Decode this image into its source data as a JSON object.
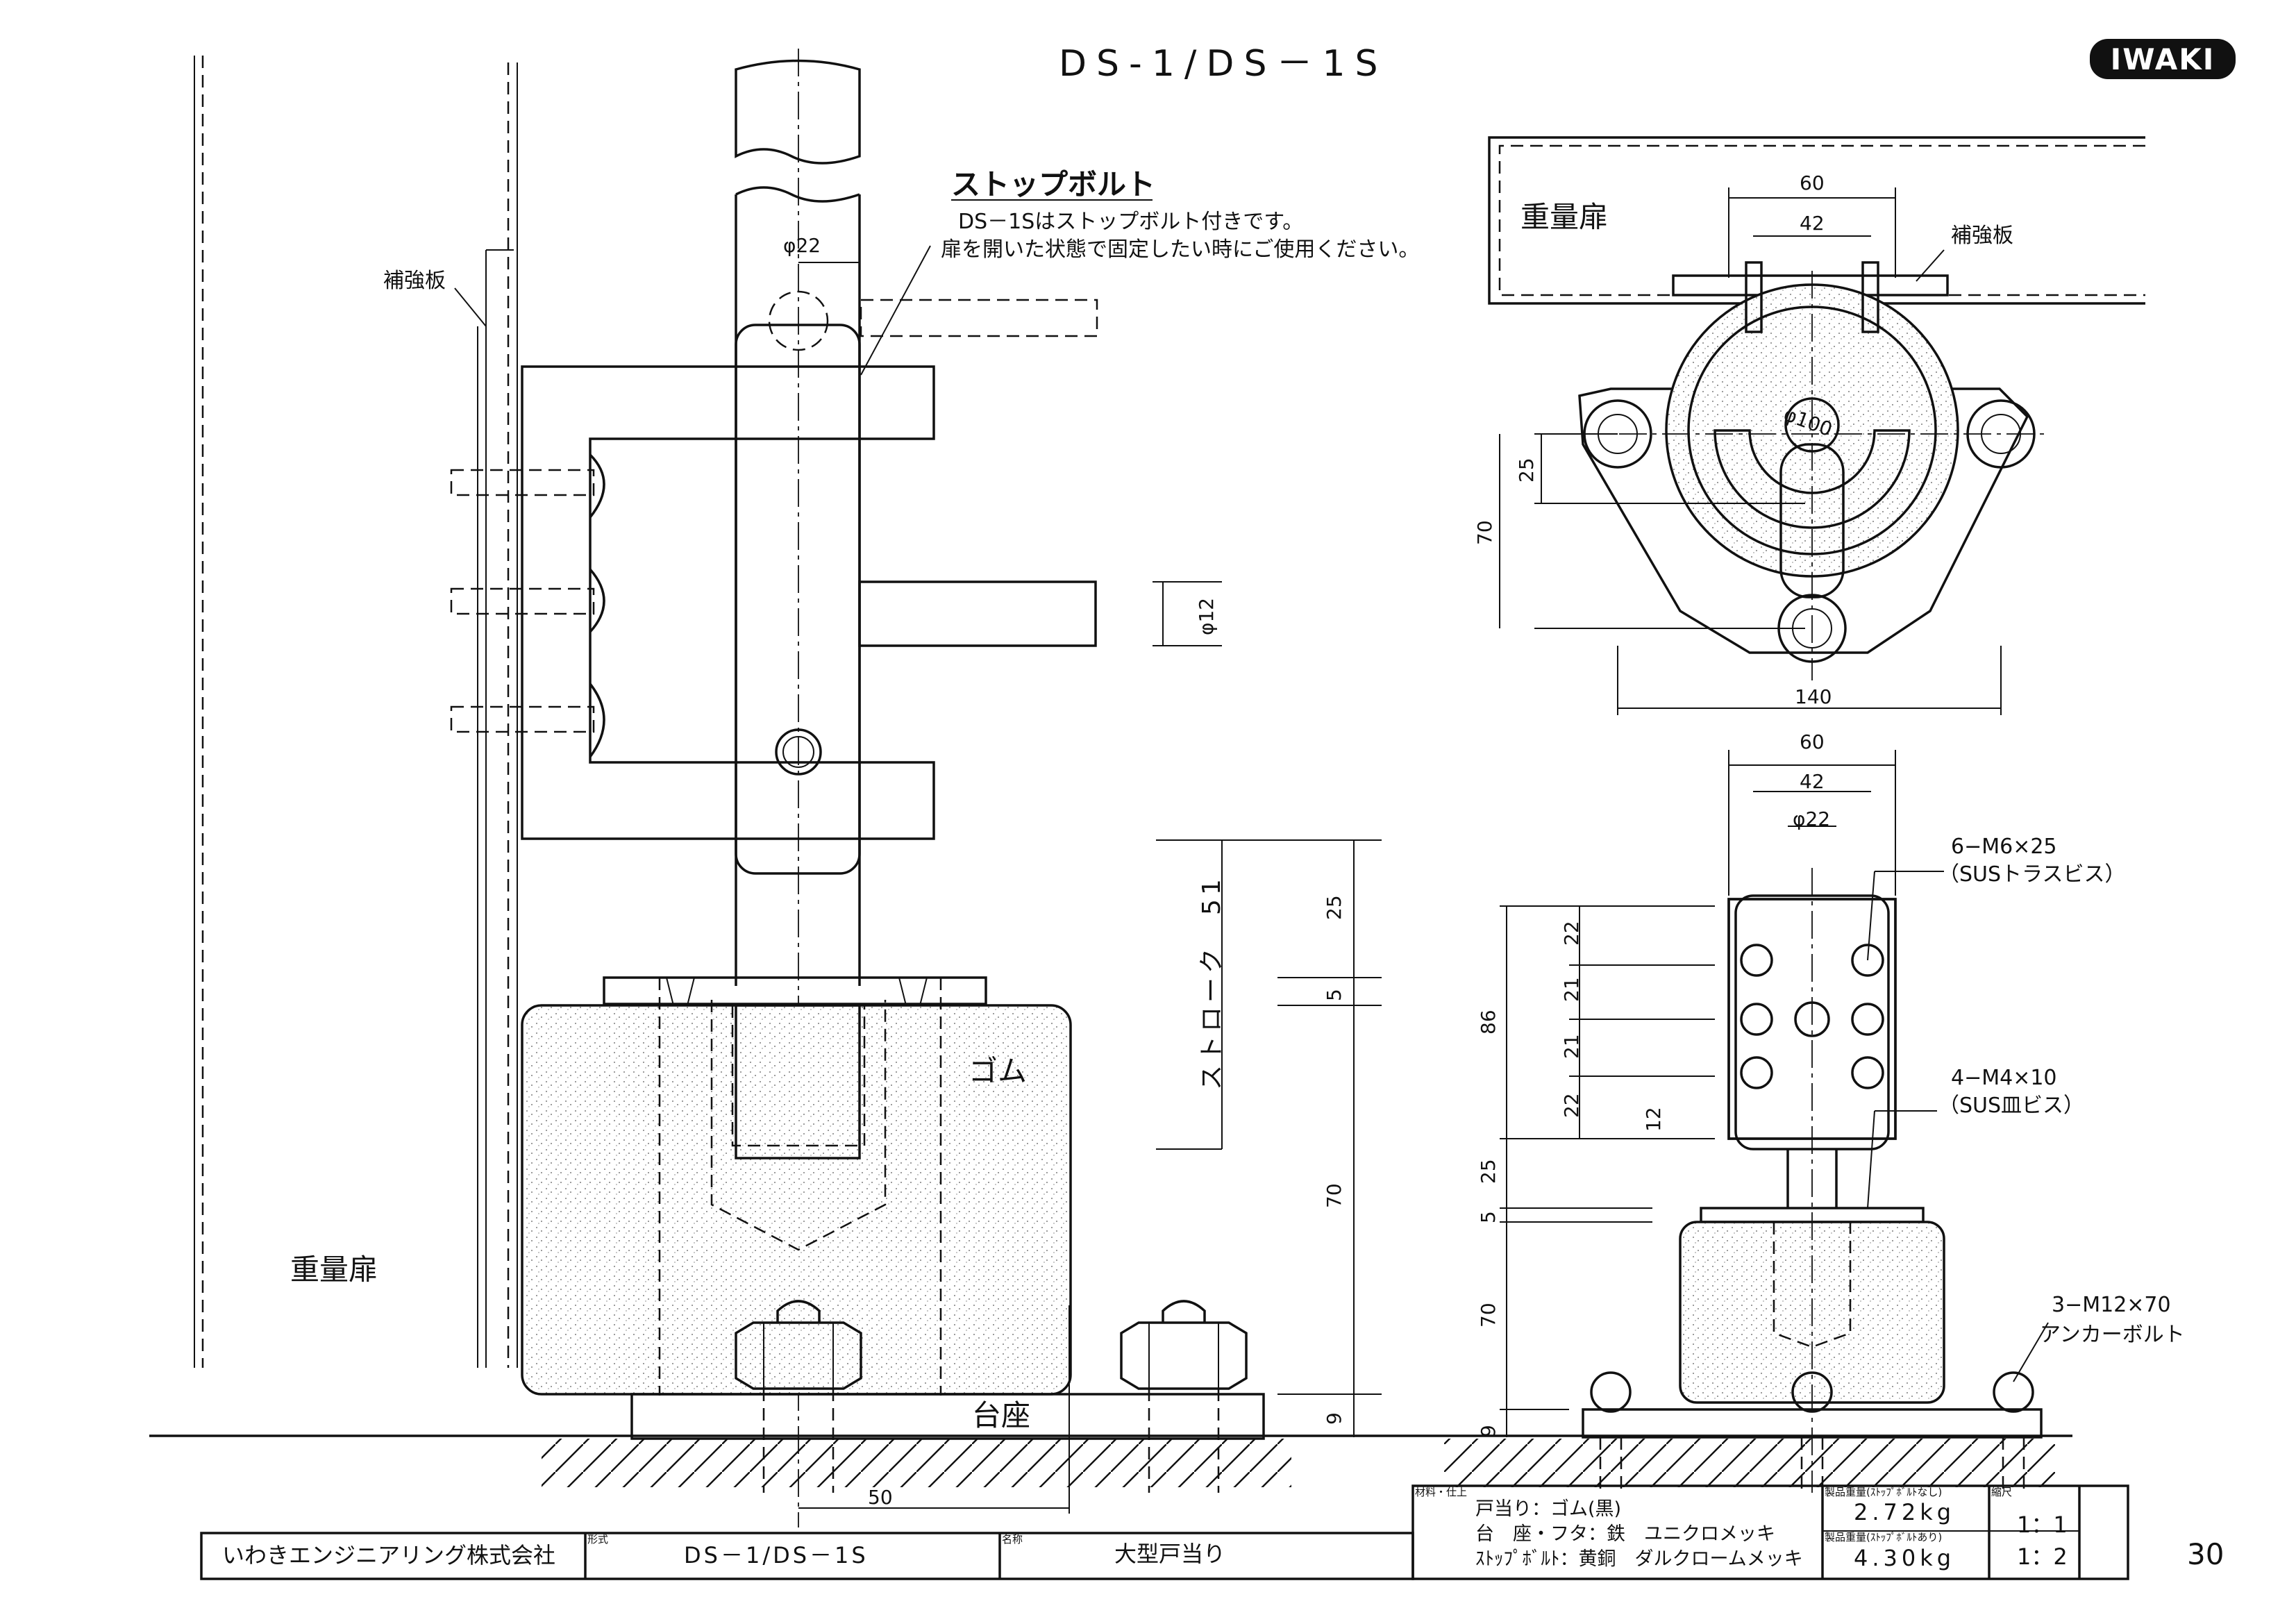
{
  "header": {
    "drawing_title": "DS-1/DS－1S",
    "brand_logo": "IWAKI",
    "page_number": "30"
  },
  "side_view": {
    "stop_bolt_heading": "ストップボルト",
    "stop_bolt_note_1": "DS－1Sはストップボルト付きです。",
    "stop_bolt_note_2": "扉を開いた状態で固定したい時にご使用ください。",
    "reinforcement_plate": "補強板",
    "heavy_door": "重量扉",
    "rubber": "ゴム",
    "base": "台座",
    "stroke_label": "ストローク　51",
    "dim_phi22": "φ22",
    "dim_phi12": "φ12",
    "dim_25": "25",
    "dim_5": "5",
    "dim_70": "70",
    "dim_9": "9",
    "dim_50": "50"
  },
  "top_view": {
    "heavy_door": "重量扉",
    "reinforcement_plate": "補強板",
    "dim_60": "60",
    "dim_42": "42",
    "dim_phi100": "φ100",
    "dim_25": "25",
    "dim_70": "70",
    "dim_140": "140"
  },
  "front_view": {
    "dim_60": "60",
    "dim_42": "42",
    "dim_phi22": "φ22",
    "screw_callout_1": "6−M6×25",
    "screw_callout_1b": "（SUSトラスビス）",
    "screw_callout_2": "4−M4×10",
    "screw_callout_2b": "（SUS皿ビス）",
    "anchor_callout": "3−M12×70",
    "anchor_callout_b": "アンカーボルト",
    "dim_22a": "22",
    "dim_21a": "21",
    "dim_21b": "21",
    "dim_22b": "22",
    "dim_86": "86",
    "dim_12": "12",
    "dim_25": "25",
    "dim_5": "5",
    "dim_70": "70",
    "dim_9": "9"
  },
  "title_block": {
    "company": "いわきエンジニアリング株式会社",
    "model_label": "形式",
    "model": "DS－1/DS－1S",
    "name_label": "名称",
    "name": "大型戸当り",
    "material_label": "材料・仕上",
    "material_1": "戸当り：ゴム(黒)",
    "material_2": "台　座・フタ：鉄　ユニクロメッキ",
    "material_3": "ｽﾄｯﾌﾟﾎﾞﾙﾄ：黄銅　ダルクロームメッキ",
    "weight_label_1": "製品重量(ｽﾄｯﾌﾟﾎﾞﾙﾄなし)",
    "weight_1": "2.72kg",
    "weight_label_2": "製品重量(ｽﾄｯﾌﾟﾎﾞﾙﾄあり)",
    "weight_2": "4.30kg",
    "scale_label": "縮尺",
    "scale_1": "1：1",
    "scale_2": "1：2"
  }
}
